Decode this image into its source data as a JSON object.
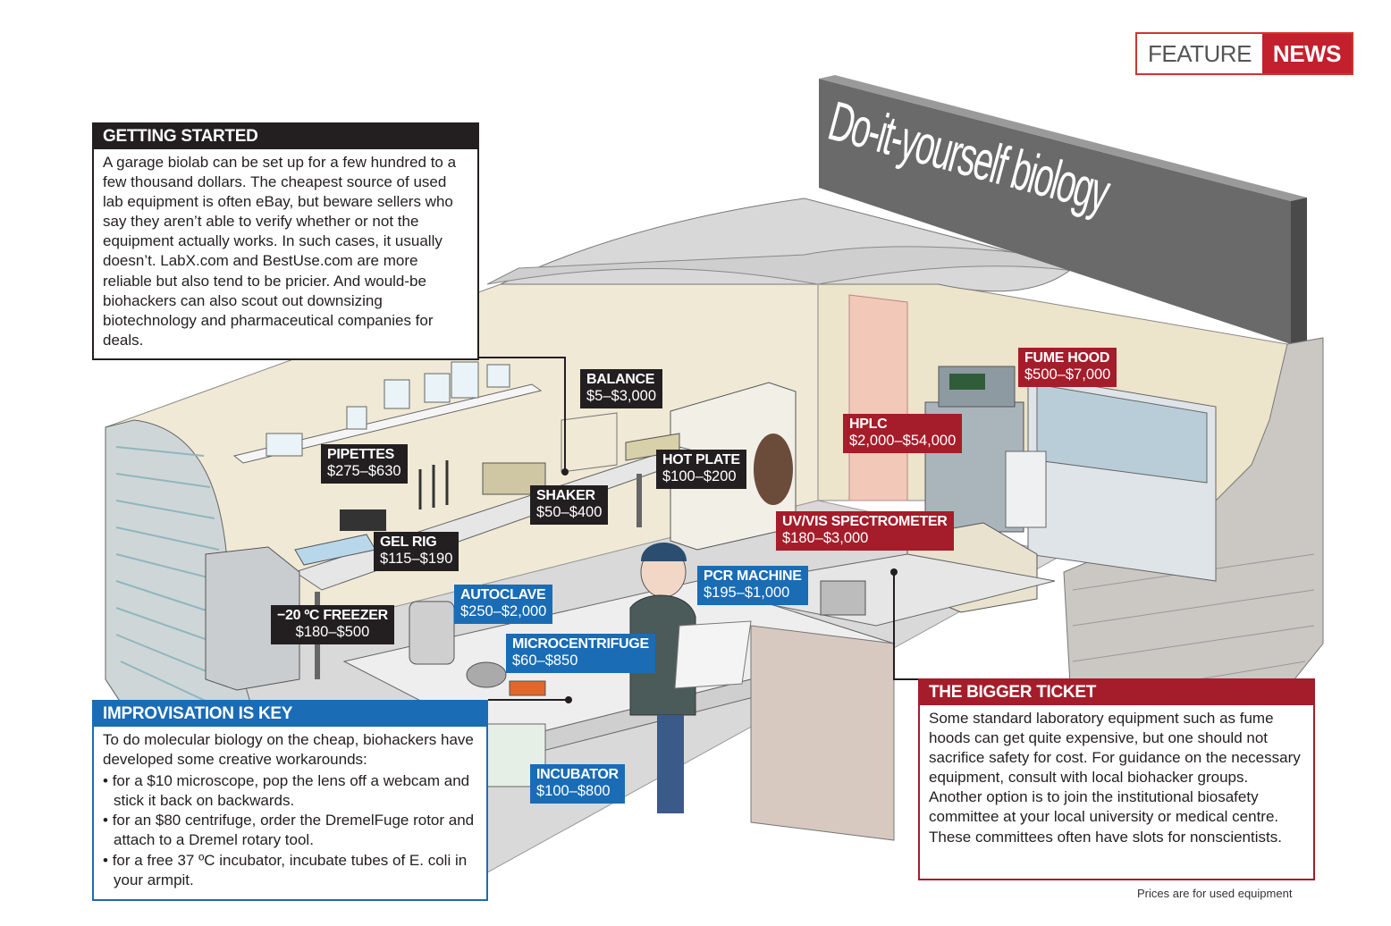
{
  "section_tag": {
    "feature": "FEATURE",
    "news": "NEWS"
  },
  "title": "Do-it-yourself biology",
  "equipment_labels": [
    {
      "name": "BALANCE",
      "price": "$5–$3,000",
      "color": "black"
    },
    {
      "name": "PIPETTES",
      "price": "$275–$630",
      "color": "black"
    },
    {
      "name": "HOT PLATE",
      "price": "$100–$200",
      "color": "black"
    },
    {
      "name": "SHAKER",
      "price": "$50–$400",
      "color": "black"
    },
    {
      "name": "GEL RIG",
      "price": "$115–$190",
      "color": "black"
    },
    {
      "name": "−20 ºC FREEZER",
      "price": "$180–$500",
      "color": "black"
    },
    {
      "name": "AUTOCLAVE",
      "price": "$250–$2,000",
      "color": "blue"
    },
    {
      "name": "MICROCENTRIFUGE",
      "price": "$60–$850",
      "color": "blue"
    },
    {
      "name": "PCR MACHINE",
      "price": "$195–$1,000",
      "color": "blue"
    },
    {
      "name": "INCUBATOR",
      "price": "$100–$800",
      "color": "blue"
    },
    {
      "name": "FUME HOOD",
      "price": "$500–$7,000",
      "color": "red"
    },
    {
      "name": "HPLC",
      "price": "$2,000–$54,000",
      "color": "red"
    },
    {
      "name": "UV/VIS SPECTROMETER",
      "price": "$180–$3,000",
      "color": "red"
    }
  ],
  "getting_started": {
    "heading": "GETTING STARTED",
    "body": "A garage biolab can be set up for a few hundred to a few thousand dollars. The cheapest source of used lab equipment is often eBay, but beware sellers who say they aren’t able to verify whether or not the equipment actually works. In such cases, it usually doesn’t. LabX.com and BestUse.com are more reliable but also tend to be pricier. And would-be biohackers can also scout out downsizing biotechnology and pharmaceutical companies for deals."
  },
  "improvisation": {
    "heading": "IMPROVISATION IS KEY",
    "intro": "To do molecular biology on the cheap, biohackers have developed some creative workarounds:",
    "bullets": [
      "for a $10 microscope, pop the lens off a webcam and stick it back on backwards.",
      "for an $80 centrifuge, order the DremelFuge rotor and attach to a Dremel rotary tool.",
      "for a free 37 ºC incubator, incubate tubes of E. coli in your armpit."
    ]
  },
  "bigger_ticket": {
    "heading": "THE BIGGER TICKET",
    "body": "Some standard laboratory equipment such as fume hoods can get quite expensive, but one should not sacrifice safety for cost. For guidance on the necessary equipment, consult with local biohacker groups. Another option is to join the institutional biosafety committee at your local university or medical centre. These committees often have slots for nonscientists."
  },
  "footnote": "Prices are for used equipment",
  "colors": {
    "black": "#231f20",
    "blue": "#1a6cb5",
    "red": "#a51d2a",
    "wall": "#efe9d6",
    "floor": "#d9d9d9"
  }
}
